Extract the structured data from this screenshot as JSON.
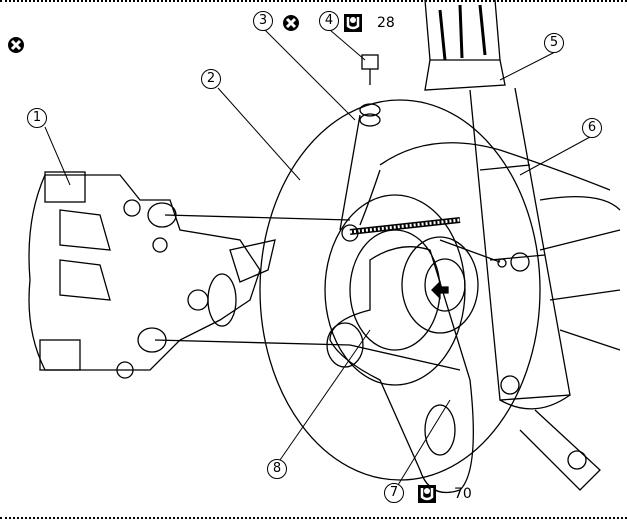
{
  "callouts": [
    "1",
    "2",
    "3",
    "4",
    "5",
    "6",
    "7",
    "8"
  ],
  "torque_values": {
    "item4": "28",
    "item7": "70"
  },
  "icons": {
    "do_not_reuse": "circle-cross-icon",
    "torque": "torque-wrench-icon"
  },
  "colors": {
    "ink": "#000000",
    "background": "#ffffff"
  }
}
